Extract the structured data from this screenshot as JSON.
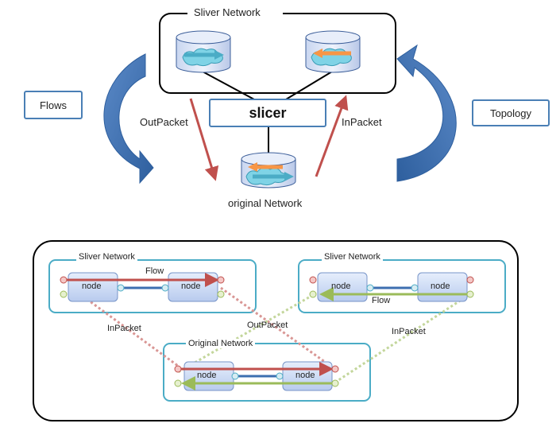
{
  "top": {
    "sliver_network_title": "Sliver Network",
    "slicer_label": "slicer",
    "original_network_label": "original Network",
    "outpacket_label": "OutPacket",
    "inpacket_label": "InPacket",
    "flows_label": "Flows",
    "topology_label": "Topology"
  },
  "bottom": {
    "left_sliver_title": "Sliver Network",
    "right_sliver_title": "Sliver Network",
    "original_title": "Original Network",
    "node_label": "node",
    "flow_label": "Flow",
    "inpacket_left": "InPacket",
    "outpacket_mid": "OutPacket",
    "inpacket_right": "InPacket"
  },
  "colors": {
    "border_blue": "#4a7fb5",
    "arrow_blue": "#3d6fb0",
    "red": "#c0504d",
    "green": "#9bbb59",
    "teal": "#4bacc6"
  }
}
